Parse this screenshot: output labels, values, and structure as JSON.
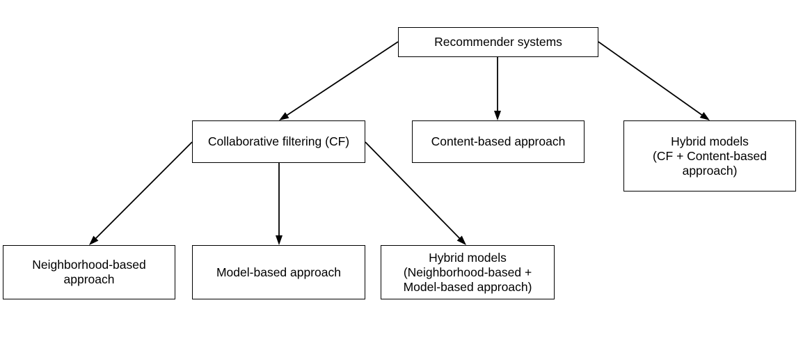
{
  "diagram": {
    "nodes": [
      {
        "id": "root",
        "label": "Recommender systems"
      },
      {
        "id": "cf",
        "label": "Collaborative filtering (CF)"
      },
      {
        "id": "content",
        "label": "Content-based approach"
      },
      {
        "id": "hybrid",
        "label": "Hybrid models\n(CF + Content-based\napproach)"
      },
      {
        "id": "nbr",
        "label": "Neighborhood-based\napproach"
      },
      {
        "id": "model",
        "label": "Model-based approach"
      },
      {
        "id": "hybrid2",
        "label": "Hybrid models\n(Neighborhood-based +\nModel-based approach)"
      }
    ],
    "edges": [
      {
        "from": "root",
        "to": "cf"
      },
      {
        "from": "root",
        "to": "content"
      },
      {
        "from": "root",
        "to": "hybrid"
      },
      {
        "from": "cf",
        "to": "nbr"
      },
      {
        "from": "cf",
        "to": "model"
      },
      {
        "from": "cf",
        "to": "hybrid2"
      }
    ]
  }
}
